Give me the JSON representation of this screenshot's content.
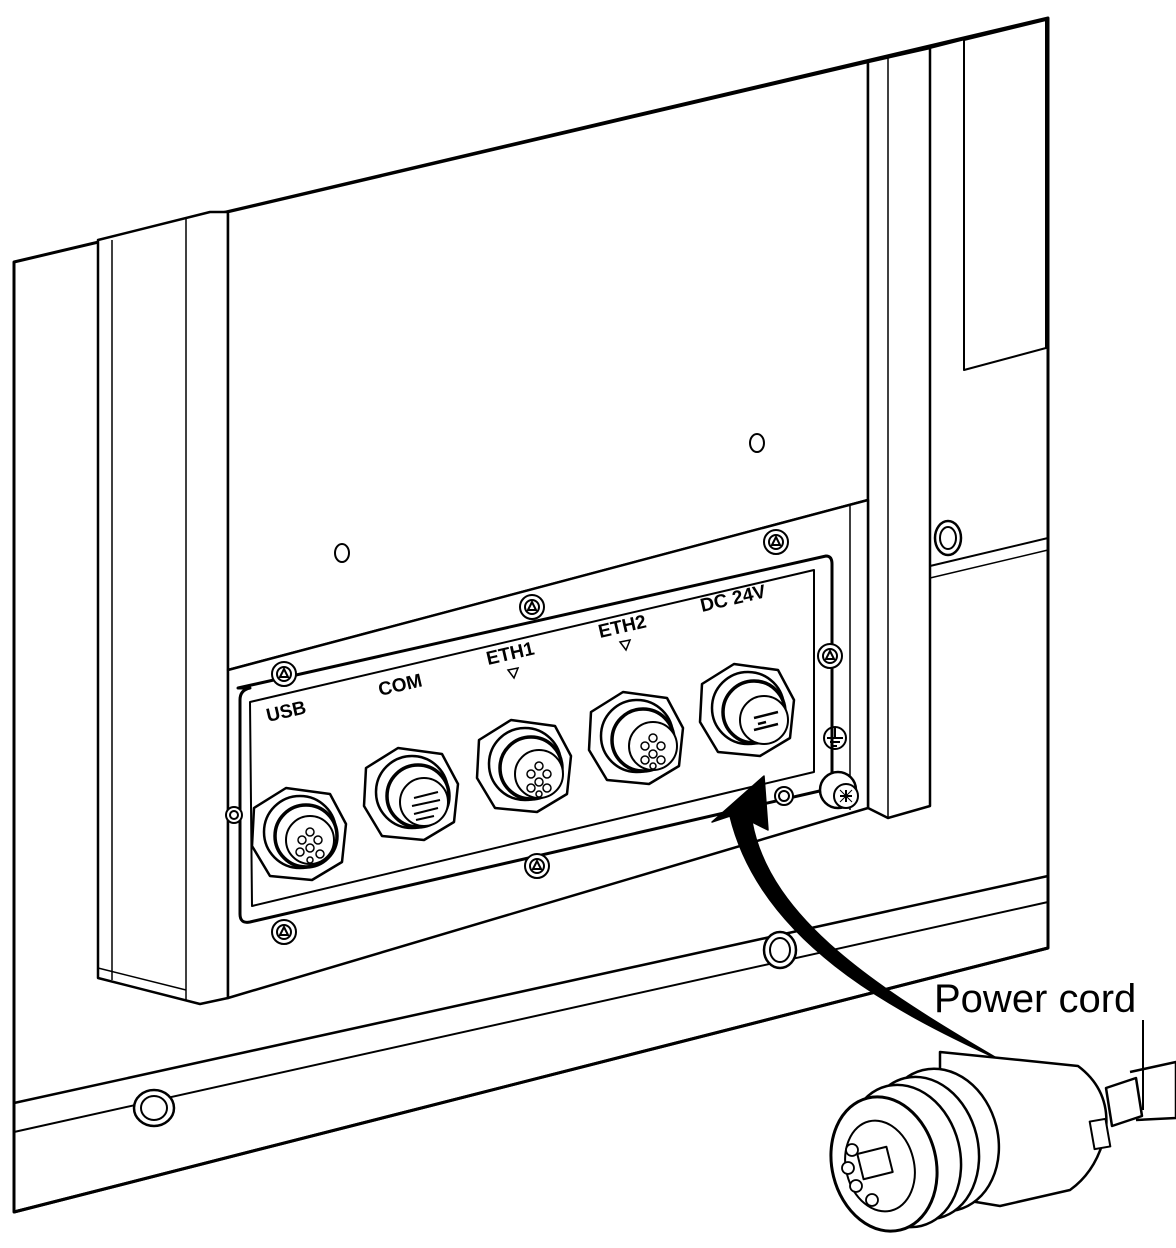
{
  "ports": {
    "usb": "USB",
    "com": "COM",
    "eth1": "ETH1",
    "eth2": "ETH2",
    "dc": "DC 24V"
  },
  "callout": {
    "power_cord": "Power cord"
  },
  "icons": [
    "screw-icon",
    "ground-icon",
    "arrow-icon",
    "power-plug-icon"
  ],
  "colors": {
    "line": "#000000",
    "background": "#ffffff"
  }
}
